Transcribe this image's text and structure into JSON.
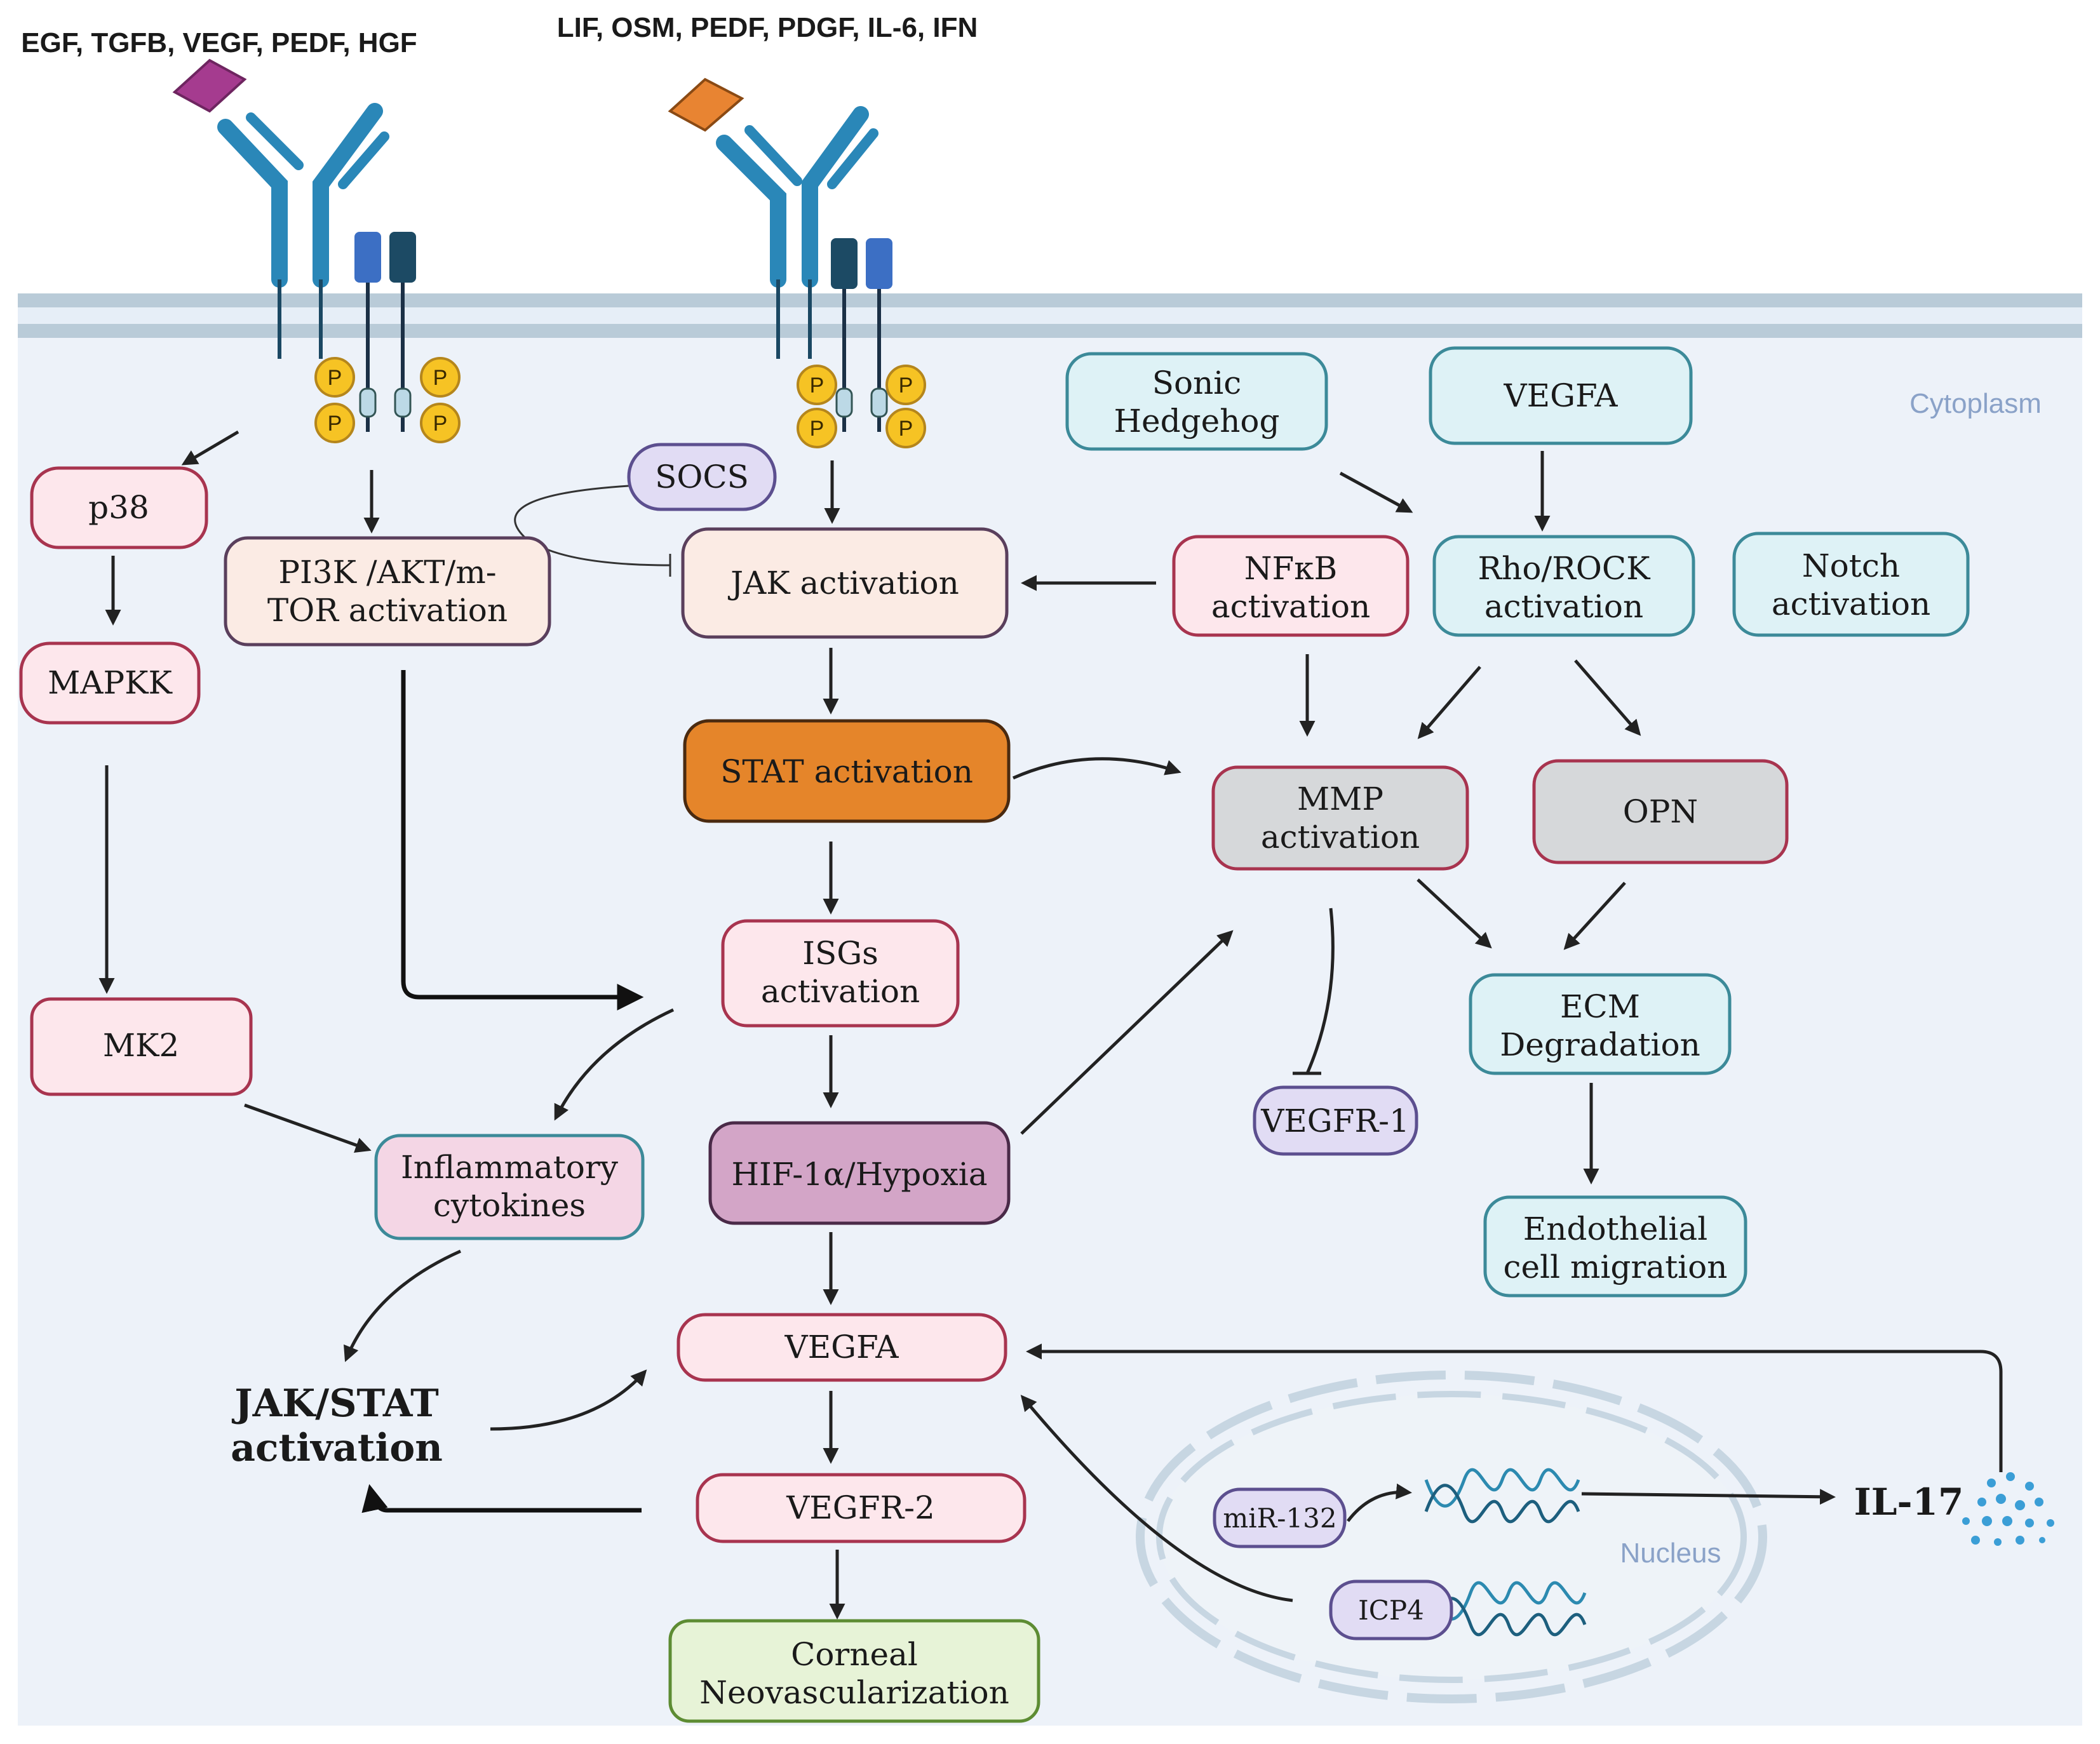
{
  "ligands": {
    "left": "EGF, TGFB, VEGF, PEDF, HGF",
    "right": "LIF, OSM, PEDF, PDGF, IL-6, IFN"
  },
  "regions": {
    "cytoplasm": "Cytoplasm",
    "nucleus": "Nucleus"
  },
  "phospho": "P",
  "nodes": {
    "p38": "p38",
    "mapkk": "MAPKK",
    "mk2": "MK2",
    "pi3k_l1": "PI3K /AKT/m-",
    "pi3k_l2": "TOR activation",
    "socs": "SOCS",
    "jak": "JAK activation",
    "stat": "STAT activation",
    "isgs_l1": "ISGs",
    "isgs_l2": "activation",
    "inflam_l1": "Inflammatory",
    "inflam_l2": "cytokines",
    "hif": "HIF-1α/Hypoxia",
    "vegfa_main": "VEGFA",
    "vegfr2": "VEGFR-2",
    "corneal_l1": "Corneal",
    "corneal_l2": "Neovascularization",
    "jakstat_l1": "JAK/STAT",
    "jakstat_l2": "activation",
    "sonic_l1": "Sonic",
    "sonic_l2": "Hedgehog",
    "vegfa_top": "VEGFA",
    "nfkb_l1": "NFκB",
    "nfkb_l2": "activation",
    "rho_l1": "Rho/ROCK",
    "rho_l2": "activation",
    "notch_l1": "Notch",
    "notch_l2": "activation",
    "mmp_l1": "MMP",
    "mmp_l2": "activation",
    "opn": "OPN",
    "ecm_l1": "ECM",
    "ecm_l2": "Degradation",
    "endo_l1": "Endothelial",
    "endo_l2": "cell migration",
    "vegfr1": "VEGFR-1",
    "mir132": "miR-132",
    "icp4": "ICP4",
    "il17": "IL-17"
  },
  "colors": {
    "membrane": "#b9cbd8",
    "cytoplasm": "#edf2f9",
    "receptor": "#2a87b8",
    "ligand_left": "#a53b8f",
    "ligand_right": "#e88432",
    "pink_fill": "#fde7ec",
    "pink_stroke": "#a8344f",
    "teal_fill": "#def2f6",
    "teal_stroke": "#3c8a99",
    "stat_fill": "#e5852a",
    "grey_fill": "#d6d8da",
    "lavender_fill": "#e1dcf4",
    "hif_fill": "#d3a5c7",
    "corneal_fill": "#e7f3d7",
    "corneal_stroke": "#5d8c33",
    "phospho_fill": "#f6c324"
  }
}
